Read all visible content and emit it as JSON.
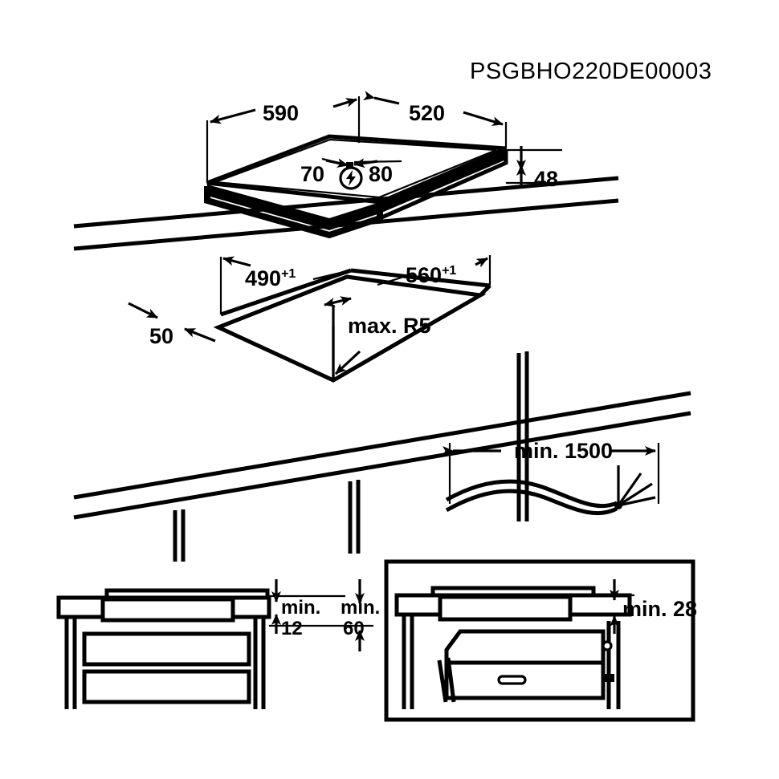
{
  "document": {
    "title": "PSGBHO220DE00003",
    "type": "installation-dimension-drawing",
    "background_color": "#ffffff",
    "line_color": "#000000"
  },
  "appliance_view": {
    "name": "hob-perspective-view",
    "dimensions": {
      "width_label": "590",
      "depth_label": "520",
      "left_offset_label": "70",
      "right_offset_label": "80",
      "height_label": "48"
    },
    "connection_icon": "lightning-bolt-icon"
  },
  "cutout_view": {
    "name": "worktop-cutout-view",
    "dimensions": {
      "cutout_depth_label": "490",
      "cutout_depth_tolerance": "+1",
      "cutout_width_label": "560",
      "cutout_width_tolerance": "+1",
      "rear_edge_label": "50",
      "corner_radius_label": "max. R5"
    }
  },
  "cable_view": {
    "name": "power-cable-view",
    "length_label": "min. 1500"
  },
  "section_left": {
    "name": "drawer-cabinet-section",
    "clearance_top_label": "min.",
    "clearance_top_value": "12",
    "clearance_bottom_label": "min.",
    "clearance_bottom_value": "60"
  },
  "section_right": {
    "name": "oven-cabinet-section",
    "clearance_label": "min. 28"
  }
}
